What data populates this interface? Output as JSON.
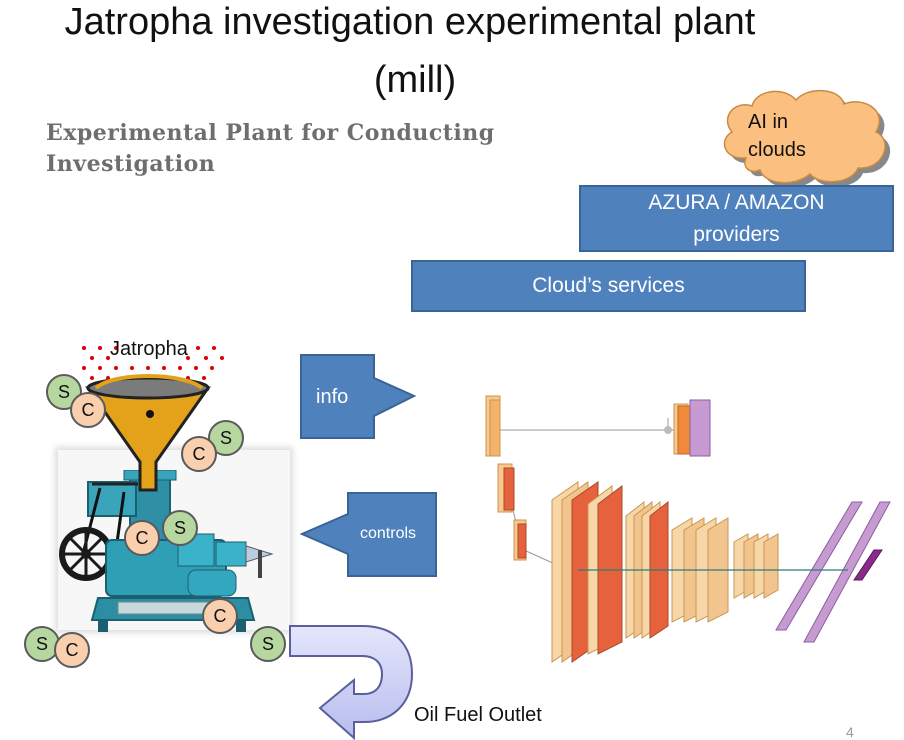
{
  "title": {
    "line1": "Jatropha investigation experimental plant",
    "line2": "(mill)"
  },
  "subtitle": {
    "line1": "Experimental Plant for Conducting",
    "line2": "Investigation"
  },
  "cloud_stack": {
    "ai_line1": "AI in",
    "ai_line2": "clouds",
    "providers_line1": "AZURA / AMAZON",
    "providers_line2": "providers",
    "services": "Cloud’s services"
  },
  "plant": {
    "input_label": "Jatropha",
    "output_label": "Oil Fuel Outlet",
    "info_arrow": "info",
    "controls_arrow": "controls",
    "sensor_letter": "S",
    "controller_letter": "C"
  },
  "page_number": "4",
  "colors": {
    "box_blue": "#4f81bd",
    "sensor_green": "#b6d7a0",
    "controller_peach": "#f9cfae",
    "cloud_orange": "#fbbf7f",
    "funnel_gold": "#e3a21a",
    "outlet_lavender": "#c9ccf2"
  },
  "icons": [
    "cloud-shape",
    "funnel-icon",
    "oil-press-machine",
    "neural-network-diagram",
    "right-arrow",
    "left-arrow",
    "u-turn-arrow"
  ]
}
